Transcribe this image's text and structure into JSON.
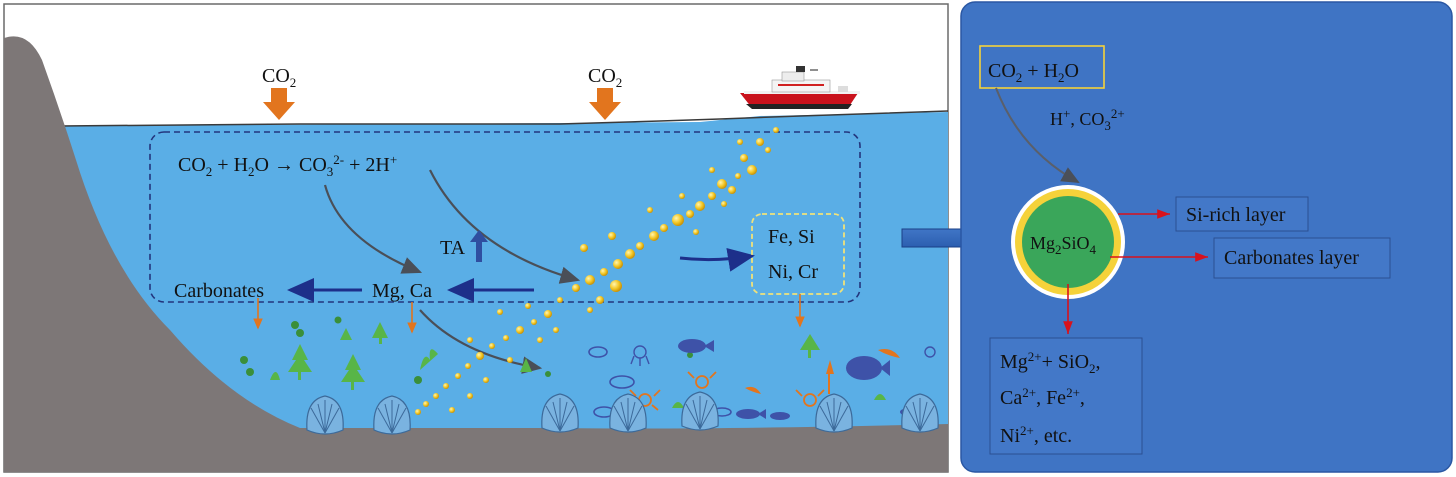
{
  "left_panel": {
    "co2_arrow_1": {
      "main": "CO",
      "sub": "2"
    },
    "co2_arrow_2": {
      "main": "CO",
      "sub": "2"
    },
    "reaction": {
      "p1": "CO",
      "s1": "2",
      "p2": " + H",
      "s2": "2",
      "p3": "O → CO",
      "s3": "3",
      "sup3": "2-",
      "p4": " + 2H",
      "sup4": "+"
    },
    "ta": "TA",
    "fe_si": "Fe, Si",
    "ni_cr": "Ni, Cr",
    "mg_ca": "Mg, Ca",
    "carbonates": "Carbonates"
  },
  "right_panel": {
    "co2_h2o": {
      "p1": "CO",
      "s1": "2",
      "p2": " + H",
      "s2": "2",
      "p3": "O"
    },
    "h_co3": {
      "p1": "H",
      "sup1": "+",
      "p2": ", CO",
      "s2": "3",
      "sup2": "2+"
    },
    "particle": {
      "p1": "Mg",
      "s1": "2",
      "p2": "SiO",
      "s2": "4"
    },
    "si_rich_layer": "Si-rich layer",
    "carbonates_layer": "Carbonates layer",
    "products": {
      "line1": {
        "p1": "Mg",
        "sup1": "2+",
        "p2": "+ SiO",
        "s2": "2",
        "p3": ","
      },
      "line2": {
        "p1": "Ca",
        "sup1": "2+",
        "p2": ", Fe",
        "sup2": "2+",
        "p3": ","
      },
      "line3": {
        "p1": "Ni",
        "sup1": "2+",
        "p2": ", etc."
      }
    }
  },
  "colors": {
    "sea": "#5aaee6",
    "land": "#7d7777",
    "right_bg": "#3f74c4",
    "co2_arrow": "#e2751e",
    "particle_core": "#3aa65a",
    "particle_ring": "#f5d23a",
    "dashed_box": "#23357d",
    "red_arrow": "#d8121c"
  }
}
